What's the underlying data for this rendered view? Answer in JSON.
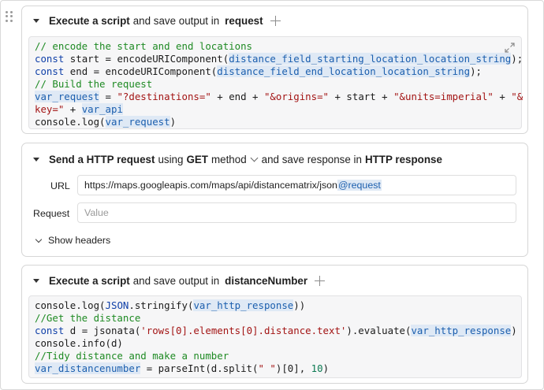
{
  "block1": {
    "header_action": "Execute a script",
    "header_text": "and save output in",
    "output_var": "request",
    "code_lines": [
      [
        [
          "c",
          "// encode the start and end locations"
        ]
      ],
      [
        [
          "k",
          "const"
        ],
        [
          "p",
          " start = encodeURIComponent("
        ],
        [
          "v",
          "distance_field_starting_location_location_string"
        ],
        [
          "p",
          ");"
        ]
      ],
      [
        [
          "k",
          "const"
        ],
        [
          "p",
          " end = encodeURIComponent("
        ],
        [
          "v",
          "distance_field_end_location_location_string"
        ],
        [
          "p",
          ");"
        ]
      ],
      [
        [
          "c",
          "// Build the request"
        ]
      ],
      [
        [
          "v",
          "var_request"
        ],
        [
          "p",
          " = "
        ],
        [
          "s",
          "\"?destinations=\""
        ],
        [
          "p",
          " + end + "
        ],
        [
          "s",
          "\"&origins=\""
        ],
        [
          "p",
          " + start + "
        ],
        [
          "s",
          "\"&units=imperial\""
        ],
        [
          "p",
          " + "
        ],
        [
          "s",
          "\"&"
        ]
      ],
      [
        [
          "s",
          "key=\""
        ],
        [
          "p",
          " + "
        ],
        [
          "v",
          "var_api"
        ]
      ],
      [
        [
          "p",
          "console.log("
        ],
        [
          "v",
          "var_request"
        ],
        [
          "p",
          ")"
        ]
      ]
    ]
  },
  "block2": {
    "header_action": "Send a HTTP request",
    "header_text1": "using",
    "method": "GET",
    "header_text2": "method",
    "header_text3": "and save response in",
    "output_var": "HTTP response",
    "url_label": "URL",
    "url_value": "https://maps.googleapis.com/maps/api/distancematrix/json",
    "url_token": "@request",
    "request_label": "Request",
    "request_placeholder": "Value",
    "show_headers": "Show headers"
  },
  "block3": {
    "header_action": "Execute a script",
    "header_text": "and save output in",
    "output_var": "distanceNumber",
    "code_lines": [
      [
        [
          "p",
          "console.log("
        ],
        [
          "k",
          "JSON"
        ],
        [
          "p",
          ".stringify("
        ],
        [
          "v",
          "var_http_response"
        ],
        [
          "p",
          "))"
        ]
      ],
      [
        [
          "c",
          "//Get the distance"
        ]
      ],
      [
        [
          "k",
          "const"
        ],
        [
          "p",
          " d = jsonata("
        ],
        [
          "s",
          "'rows[0].elements[0].distance.text'"
        ],
        [
          "p",
          ").evaluate("
        ],
        [
          "v",
          "var_http_response"
        ],
        [
          "p",
          ")"
        ]
      ],
      [
        [
          "p",
          "console.info(d)"
        ]
      ],
      [
        [
          "c",
          "//Tidy distance and make a number"
        ]
      ],
      [
        [
          "v",
          "var_distancenumber"
        ],
        [
          "p",
          " = parseInt(d.split("
        ],
        [
          "s",
          "\" \""
        ],
        [
          "p",
          ")[0], "
        ],
        [
          "n",
          "10"
        ],
        [
          "p",
          ")"
        ]
      ]
    ]
  }
}
